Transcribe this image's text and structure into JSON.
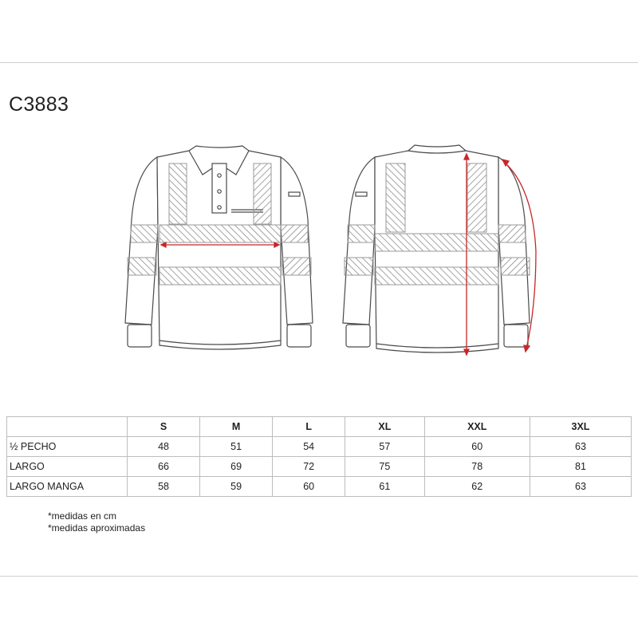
{
  "product": {
    "code": "C3883"
  },
  "size_table": {
    "headers": [
      "",
      "S",
      "M",
      "L",
      "XL",
      "XXL",
      "3XL"
    ],
    "rows": [
      {
        "label": "½  PECHO",
        "values": [
          "48",
          "51",
          "54",
          "57",
          "60",
          "63"
        ]
      },
      {
        "label": "LARGO",
        "values": [
          "66",
          "69",
          "72",
          "75",
          "78",
          "81"
        ]
      },
      {
        "label": "LARGO MANGA",
        "values": [
          "58",
          "59",
          "60",
          "61",
          "62",
          "63"
        ]
      }
    ]
  },
  "notes": [
    "*medidas en cm",
    "*medidas aproximadas"
  ],
  "illustration": {
    "views": [
      "front-view",
      "back-view"
    ],
    "line_color": "#4a4a4a",
    "stripe_color": "#9a9a9a",
    "measure_color": "#c62828"
  }
}
